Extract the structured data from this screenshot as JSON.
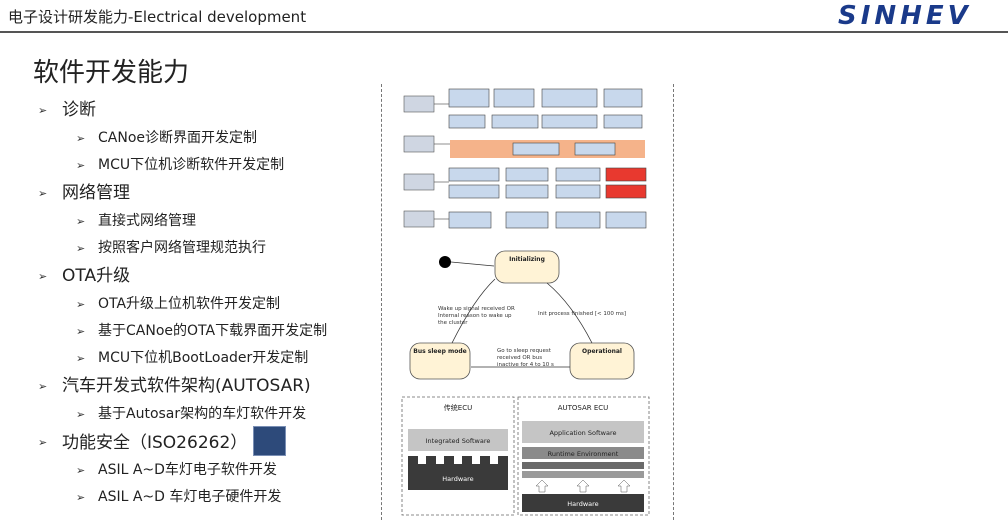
{
  "header": {
    "title": "电子设计研发能力-Electrical development",
    "logo_text": "SINHEV",
    "logo_color": "#1a3a8a"
  },
  "page_title": "软件开发能力",
  "outline": [
    {
      "label": "诊断",
      "children": [
        "CANoe诊断界面开发定制",
        "MCU下位机诊断软件开发定制"
      ]
    },
    {
      "label": "网络管理",
      "children": [
        "直接式网络管理",
        "按照客户网络管理规范执行"
      ]
    },
    {
      "label": "OTA升级",
      "children": [
        "OTA升级上位机软件开发定制",
        "基于CANoe的OTA下载界面开发定制",
        "MCU下位机BootLoader开发定制"
      ]
    },
    {
      "label": "汽车开发式软件架构(AUTOSAR)",
      "children": [
        "基于Autosar架构的车灯软件开发"
      ]
    },
    {
      "label": "功能安全（ISO26262）",
      "children": [
        "ASIL A~D车灯电子软件开发",
        "ASIL A~D 车灯电子硬件开发"
      ]
    }
  ],
  "state_diagram": {
    "states": [
      "Initializing",
      "Bus sleep mode",
      "Operational"
    ],
    "transitions": [
      "Wake up signal received OR Internal reason to wake up the cluster",
      "Init process finished [< 100 ms]",
      "Go to sleep request received OR bus inactive for 4 to 10 s"
    ]
  },
  "ecu_comparison": {
    "legacy": {
      "title": "传统ECU",
      "software": "Integrated Software",
      "hardware": "Hardware"
    },
    "autosar": {
      "title": "AUTOSAR ECU",
      "application": "Application Software",
      "runtime": "Runtime Environment",
      "hardware": "Hardware"
    }
  }
}
